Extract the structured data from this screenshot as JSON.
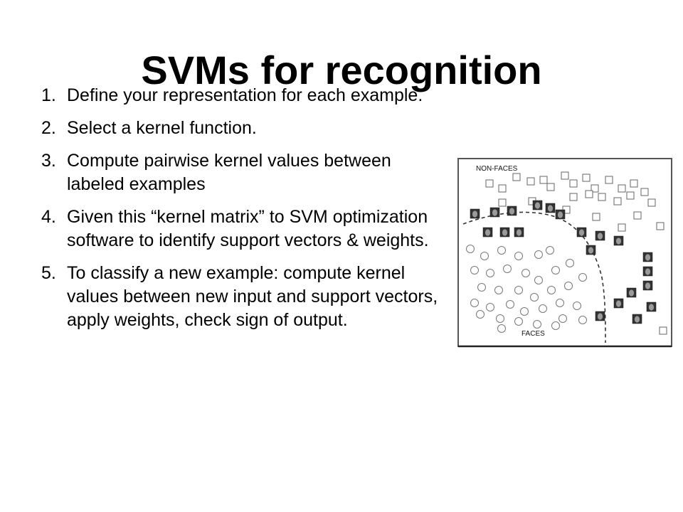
{
  "title": "SVMs for recognition",
  "steps": [
    {
      "num": "1.",
      "text": "Define your representation for each example."
    },
    {
      "num": "2.",
      "text": "Select a kernel function."
    },
    {
      "num": "3.",
      "text": "Compute pairwise kernel values between labeled examples"
    },
    {
      "num": "4.",
      "text": "Given this “kernel matrix” to SVM optimization software to identify support vectors & weights."
    },
    {
      "num": "5.",
      "text": "To classify a new example: compute kernel values between new input and support vectors, apply weights, check sign of output."
    }
  ],
  "figure": {
    "label_top": "NON-FACES",
    "label_bottom": "FACES"
  }
}
